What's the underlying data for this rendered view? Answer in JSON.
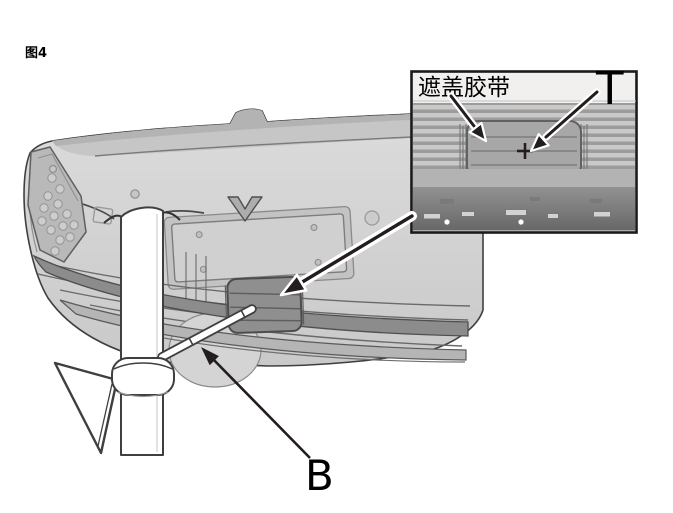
{
  "figure": {
    "label": "图4"
  },
  "annotations": {
    "masking_tape_label": "遮盖胶带",
    "tool_label": "T",
    "part_label": "B"
  },
  "colors": {
    "background": "#ffffff",
    "line": "#3f3f3f",
    "arrow": "#241d1d",
    "body_light": "#d7d7d7",
    "body_shade": "#c6c6c6",
    "body_top_shade": "#bdbdbd",
    "skirt": "#8c8c8c",
    "tape_main": "#8f8f8f",
    "inset_background": "#f1f0ee",
    "inset_border": "#1a1a1a",
    "inset_slat_light": "#c9c9c9",
    "inset_slat_dark": "#9c9c9c",
    "inset_tape": "#a7a7a7"
  }
}
